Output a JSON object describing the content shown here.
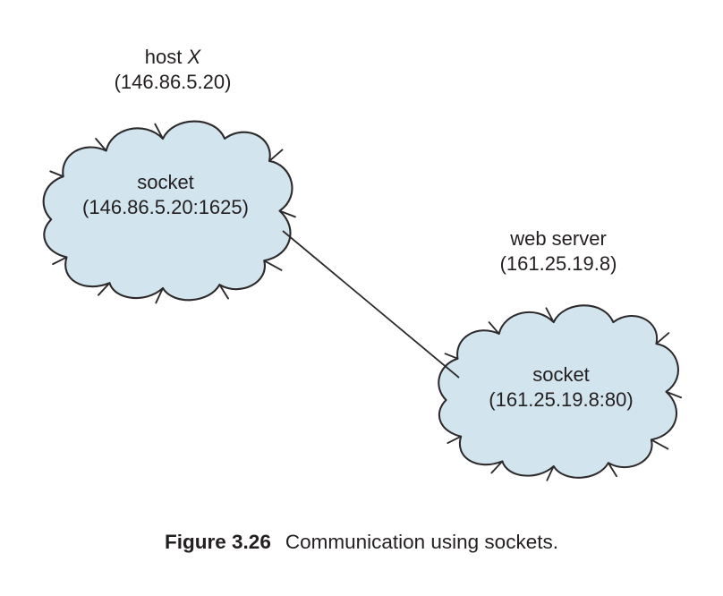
{
  "figure": {
    "host": {
      "title_prefix": "host ",
      "title_emphasis": "X",
      "ip": "(146.86.5.20)",
      "socket": {
        "label": "socket",
        "address": "(146.86.5.20:1625)"
      }
    },
    "web_server": {
      "title": "web server",
      "ip": "(161.25.19.8)",
      "socket": {
        "label": "socket",
        "address": "(161.25.19.8:80)"
      }
    },
    "caption": {
      "label": "Figure 3.26",
      "text": "Communication using sockets."
    },
    "colors": {
      "background": "#ffffff",
      "cloud_fill": "#d2e4ee",
      "cloud_stroke": "#2d2a2b",
      "text": "#231f20"
    }
  }
}
